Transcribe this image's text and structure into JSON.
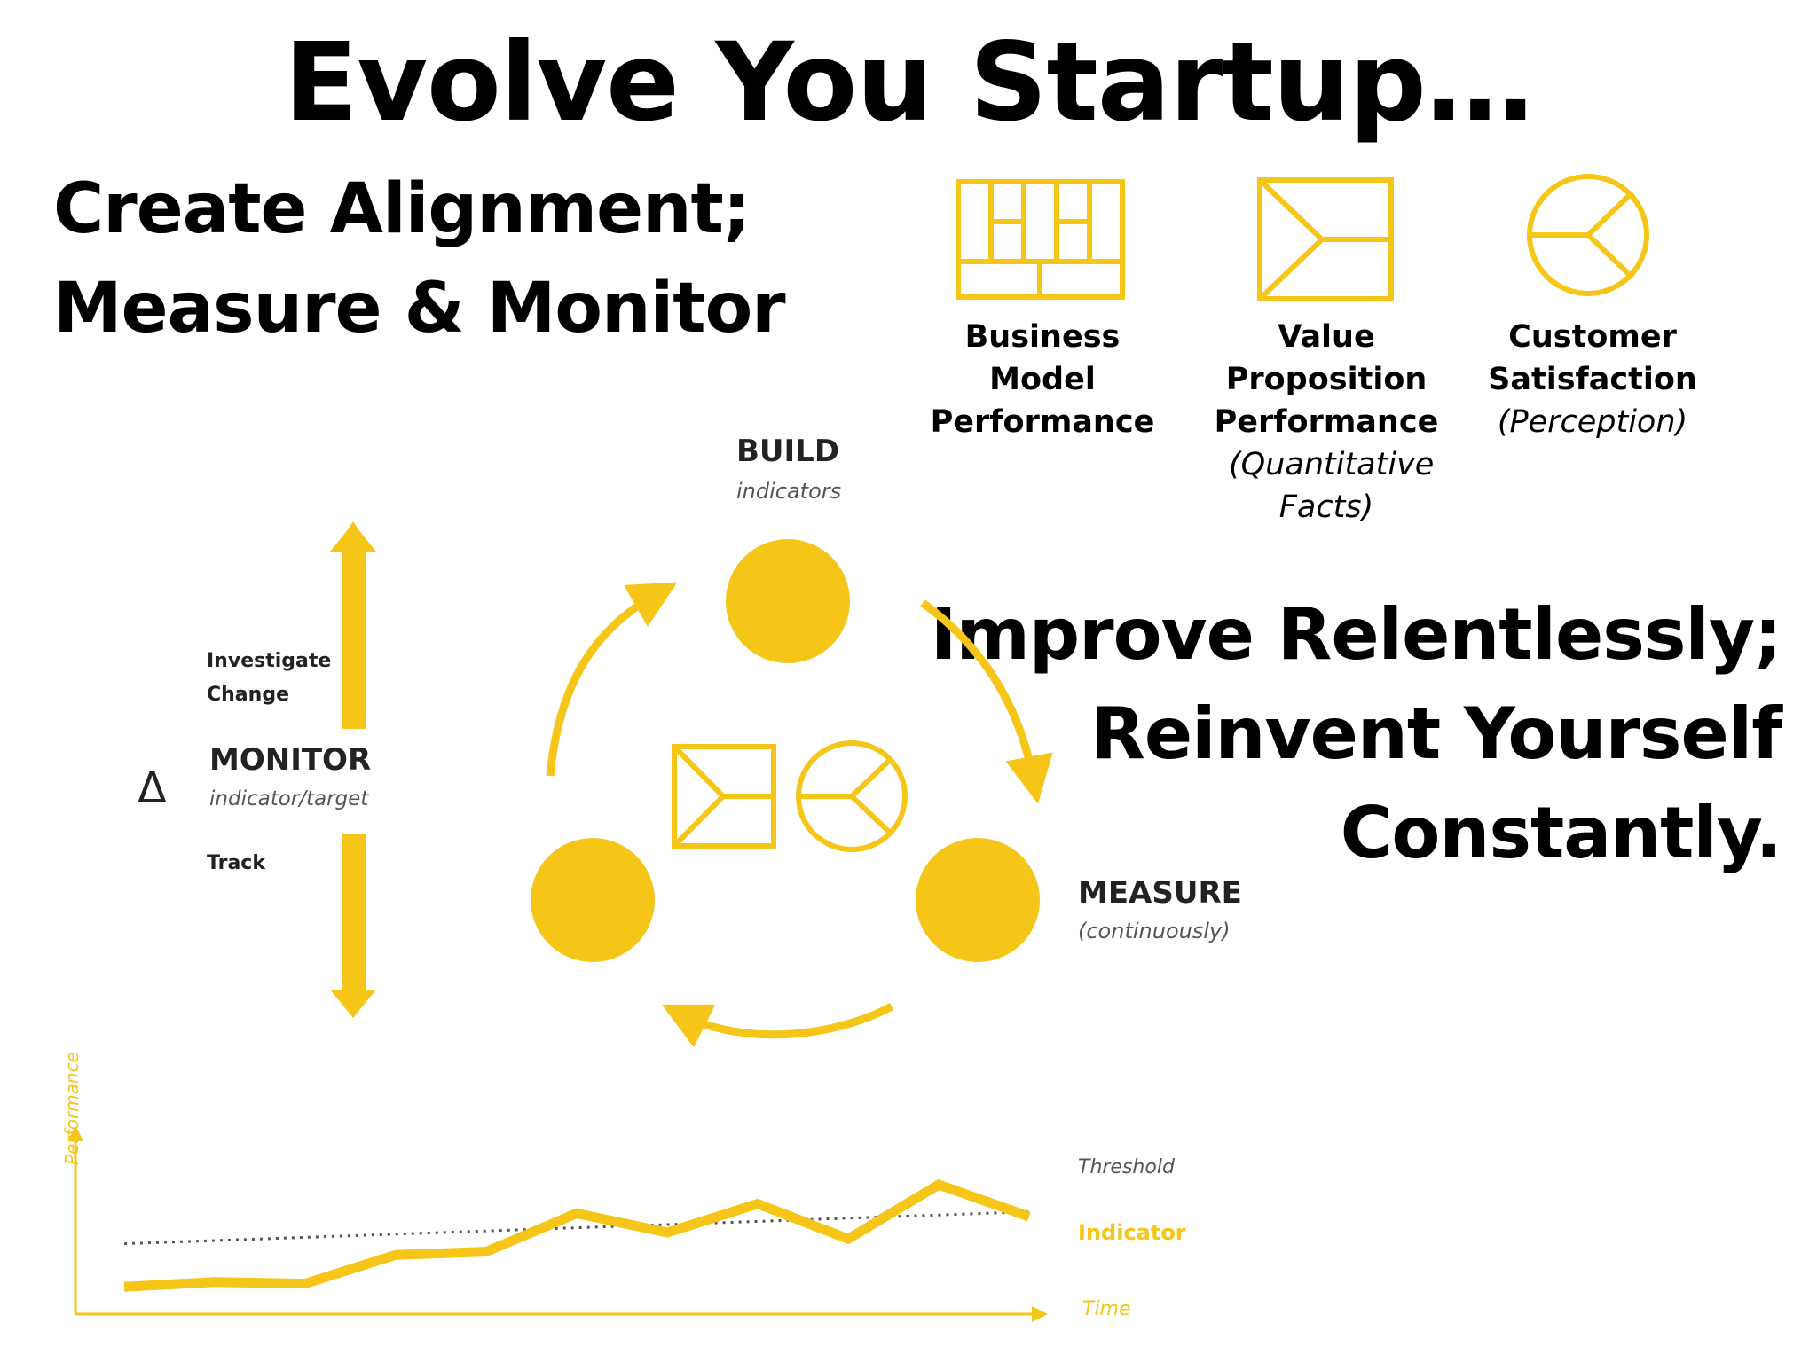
{
  "title": "Evolve You Startup…",
  "left_heading": {
    "line1": "Create Alignment;",
    "line2": "Measure & Monitor"
  },
  "right_heading": {
    "line1": "Improve Relentlessly;",
    "line2": "Reinvent Yourself",
    "line3": "Constantly."
  },
  "captions": [
    {
      "line1": "Business Model",
      "line2": "Performance",
      "sub": ""
    },
    {
      "line1": "Value Proposition",
      "line2": "Performance",
      "sub": "(Quantitative Facts)"
    },
    {
      "line1": "Customer",
      "line2": "Satisfaction",
      "sub": "(Perception)"
    }
  ],
  "cycle": {
    "build": "BUILD",
    "build_sub": "indicators",
    "measure": "MEASURE",
    "measure_sub": "(continuously)"
  },
  "monitor": {
    "investigate": "Investigate",
    "change": "Change",
    "delta": "Δ",
    "label": "MONITOR",
    "sub": "indicator/target",
    "track": "Track"
  },
  "graph": {
    "ylabel": "Performance",
    "xlabel": "Time",
    "threshold_label": "Threshold",
    "indicator_label": "Indicator"
  },
  "colors": {
    "accent": "#F5C518",
    "text": "#000000",
    "muted": "#555555"
  },
  "chart_data": {
    "type": "line",
    "x": [
      0,
      1,
      2,
      3,
      4,
      5,
      6,
      7,
      8,
      9,
      10
    ],
    "series": [
      {
        "name": "Indicator",
        "values": [
          0.06,
          0.09,
          0.08,
          0.26,
          0.28,
          0.52,
          0.4,
          0.58,
          0.36,
          0.7,
          0.5
        ]
      },
      {
        "name": "Threshold",
        "values": [
          0.33,
          0.35,
          0.37,
          0.39,
          0.41,
          0.43,
          0.45,
          0.47,
          0.49,
          0.51,
          0.53
        ]
      }
    ],
    "xlabel": "Time",
    "ylabel": "Performance",
    "ylim": [
      0,
      1
    ],
    "grid": false
  }
}
